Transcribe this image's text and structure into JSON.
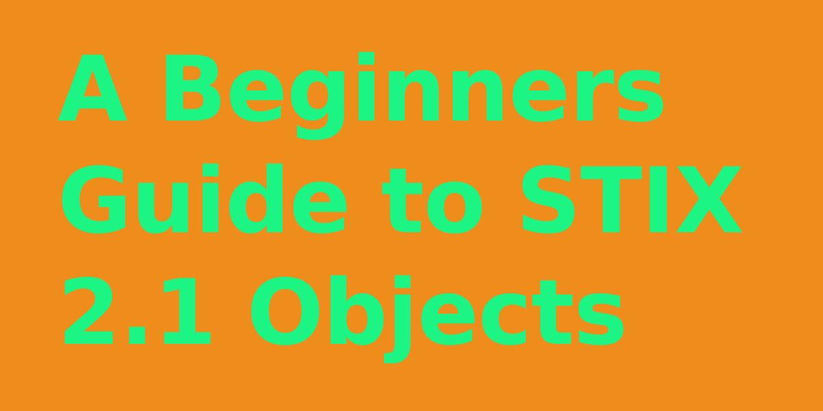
{
  "banner": {
    "background_color": "#EE8C1C",
    "text_color": "#1CF583",
    "title_lines": [
      "A Beginners",
      "Guide to STIX",
      "2.1 Objects"
    ]
  }
}
